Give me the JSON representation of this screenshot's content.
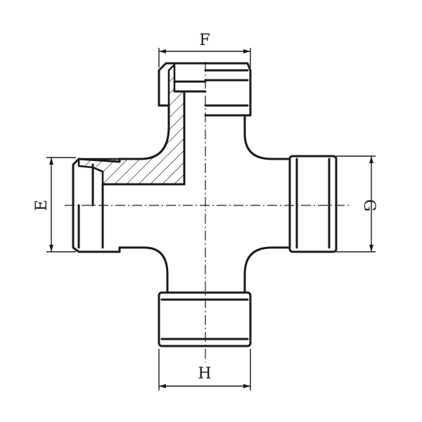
{
  "dimensions": {
    "top": "F",
    "left": "E",
    "right": "G",
    "bottom": "H"
  },
  "colors": {
    "line": "#1a1a1a",
    "background": "#ffffff"
  }
}
